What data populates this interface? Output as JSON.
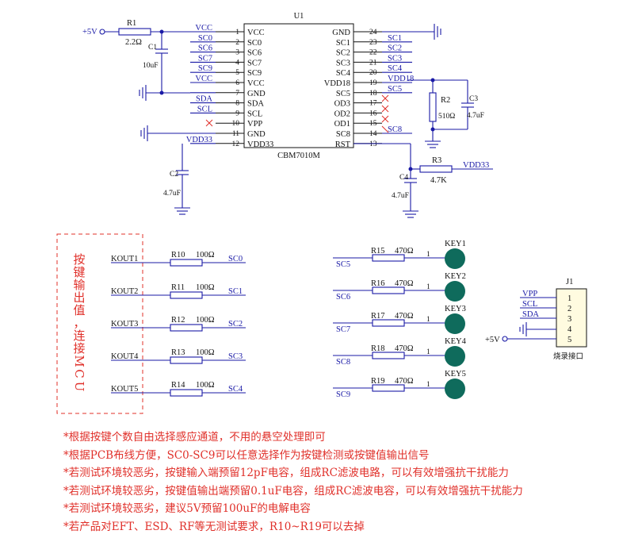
{
  "u1": {
    "ref": "U1",
    "part": "CBM7010M",
    "left_pins": [
      {
        "num": "1",
        "name": "VCC",
        "net": "VCC"
      },
      {
        "num": "2",
        "name": "SC0",
        "net": "SC0"
      },
      {
        "num": "3",
        "name": "SC6",
        "net": "SC6"
      },
      {
        "num": "4",
        "name": "SC7",
        "net": "SC7"
      },
      {
        "num": "5",
        "name": "SC9",
        "net": "SC9"
      },
      {
        "num": "6",
        "name": "VCC",
        "net": "VCC"
      },
      {
        "num": "7",
        "name": "GND",
        "net": ""
      },
      {
        "num": "8",
        "name": "SDA",
        "net": "SDA"
      },
      {
        "num": "9",
        "name": "SCL",
        "net": "SCL"
      },
      {
        "num": "10",
        "name": "VPP",
        "net": ""
      },
      {
        "num": "11",
        "name": "GND",
        "net": ""
      },
      {
        "num": "12",
        "name": "VDD33",
        "net": "VDD33"
      }
    ],
    "right_pins": [
      {
        "num": "24",
        "name": "GND",
        "net": ""
      },
      {
        "num": "23",
        "name": "SC1",
        "net": "SC1"
      },
      {
        "num": "22",
        "name": "SC2",
        "net": "SC2"
      },
      {
        "num": "21",
        "name": "SC3",
        "net": "SC3"
      },
      {
        "num": "20",
        "name": "SC4",
        "net": "SC4"
      },
      {
        "num": "19",
        "name": "VDD18",
        "net": "VDD18"
      },
      {
        "num": "18",
        "name": "SC5",
        "net": "SC5"
      },
      {
        "num": "17",
        "name": "OD3",
        "net": ""
      },
      {
        "num": "16",
        "name": "OD2",
        "net": ""
      },
      {
        "num": "15",
        "name": "OD1",
        "net": ""
      },
      {
        "num": "14",
        "name": "SC8",
        "net": "SC8"
      },
      {
        "num": "13",
        "name": "RST",
        "net": ""
      }
    ]
  },
  "power": {
    "v5": "+5V",
    "r1_ref": "R1",
    "r1_val": "2.2Ω",
    "c1_ref": "C1",
    "c1_val": "10uF"
  },
  "c2": {
    "ref": "C2",
    "val": "4.7uF"
  },
  "r2": {
    "ref": "R2",
    "val": "510Ω"
  },
  "c3": {
    "ref": "C3",
    "val": "4.7uF"
  },
  "c4": {
    "ref": "C4",
    "val": "4.7uF"
  },
  "r3": {
    "ref": "R3",
    "val": "4.7K",
    "net": "VDD33"
  },
  "kout": {
    "title": "按键输出值，连接MCU",
    "rows": [
      {
        "label": "KOUT1",
        "ref": "R10",
        "val": "100Ω",
        "net": "SC0"
      },
      {
        "label": "KOUT2",
        "ref": "R11",
        "val": "100Ω",
        "net": "SC1"
      },
      {
        "label": "KOUT3",
        "ref": "R12",
        "val": "100Ω",
        "net": "SC2"
      },
      {
        "label": "KOUT4",
        "ref": "R13",
        "val": "100Ω",
        "net": "SC3"
      },
      {
        "label": "KOUT5",
        "ref": "R14",
        "val": "100Ω",
        "net": "SC4"
      }
    ]
  },
  "keys": [
    {
      "net": "SC5",
      "ref": "R15",
      "val": "470Ω",
      "pin": "1",
      "key": "KEY1"
    },
    {
      "net": "SC6",
      "ref": "R16",
      "val": "470Ω",
      "pin": "1",
      "key": "KEY2"
    },
    {
      "net": "SC7",
      "ref": "R17",
      "val": "470Ω",
      "pin": "1",
      "key": "KEY3"
    },
    {
      "net": "SC8",
      "ref": "R18",
      "val": "470Ω",
      "pin": "1",
      "key": "KEY4"
    },
    {
      "net": "SC9",
      "ref": "R19",
      "val": "470Ω",
      "pin": "1",
      "key": "KEY5"
    }
  ],
  "j1": {
    "ref": "J1",
    "caption": "烧录接口",
    "v5": "+5V",
    "pins": [
      {
        "num": "1",
        "net": "VPP"
      },
      {
        "num": "2",
        "net": "SCL"
      },
      {
        "num": "3",
        "net": "SDA"
      },
      {
        "num": "4",
        "net": ""
      },
      {
        "num": "5",
        "net": ""
      }
    ]
  },
  "notes": [
    "*根据按键个数自由选择感应通道，不用的悬空处理即可",
    "*根据PCB布线方便，SC0-SC9可以任意选择作为按键检测或按键值输出信号",
    "*若测试环境较恶劣，按键输入端预留12pF电容，组成RC滤波电路，可以有效增强抗干扰能力",
    "*若测试环境较恶劣，按键值输出端预留0.1uF电容，组成RC滤波电容，可以有效增强抗干扰能力",
    "*若测试环境较恶劣，建议5V预留100uF的电解电容",
    "*若产品对EFT、ESD、RF等无测试要求，R10~R19可以去掉"
  ],
  "colors": {
    "wire": "#1a1aa6",
    "note": "#e0302a",
    "key": "#0f6b5c"
  }
}
